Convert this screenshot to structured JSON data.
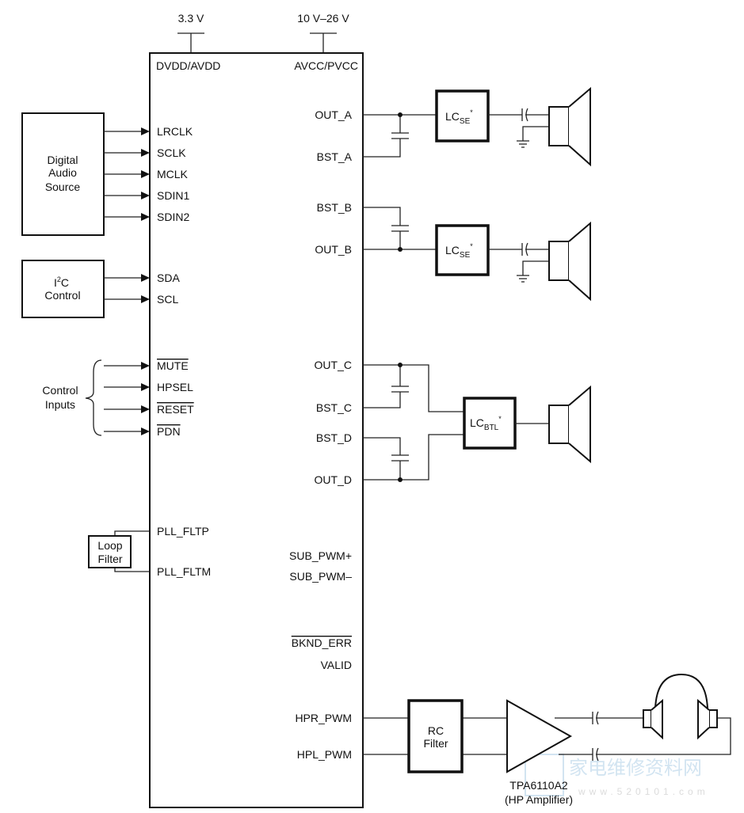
{
  "supplies": {
    "low": "3.3 V",
    "high": "10 V–26 V",
    "left_pin": "DVDD/AVDD",
    "right_pin": "AVCC/PVCC"
  },
  "left_pins": {
    "lrclk": "LRCLK",
    "sclk": "SCLK",
    "mclk": "MCLK",
    "sdin1": "SDIN1",
    "sdin2": "SDIN2",
    "sda": "SDA",
    "scl": "SCL",
    "mute": "MUTE",
    "hpsel": "HPSEL",
    "reset": "RESET",
    "pdn": "PDN",
    "pll_fltp": "PLL_FLTP",
    "pll_fltm": "PLL_FLTM"
  },
  "right_pins": {
    "out_a": "OUT_A",
    "bst_a": "BST_A",
    "bst_b": "BST_B",
    "out_b": "OUT_B",
    "out_c": "OUT_C",
    "bst_c": "BST_C",
    "bst_d": "BST_D",
    "out_d": "OUT_D",
    "sub_pwm_p": "SUB_PWM+",
    "sub_pwm_m": "SUB_PWM–",
    "bknd_err": "BKND_ERR",
    "valid": "VALID",
    "hpr_pwm": "HPR_PWM",
    "hpl_pwm": "HPL_PWM"
  },
  "blocks": {
    "digital_audio": [
      "Digital",
      "Audio",
      "Source"
    ],
    "i2c": [
      "I",
      "2",
      "C",
      "Control"
    ],
    "control_inputs": [
      "Control",
      "Inputs"
    ],
    "loop_filter": [
      "Loop",
      "Filter"
    ],
    "lc_se": {
      "main": "LC",
      "sub": "SE",
      "sup": "*"
    },
    "lc_btl": {
      "main": "LC",
      "sub": "BTL",
      "sup": "*"
    },
    "rc_filter": [
      "RC",
      "Filter"
    ],
    "hp_amp": [
      "TPA6110A2",
      "(HP Amplifier)"
    ]
  },
  "watermark": {
    "cn": "家电维修资料网",
    "url": "www.520101.com"
  }
}
